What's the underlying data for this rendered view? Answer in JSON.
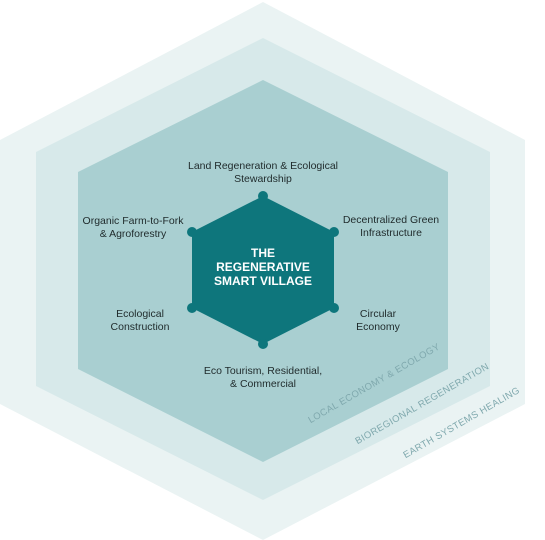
{
  "colors": {
    "outer_ring": "#eaf3f3",
    "middle_ring": "#d7e9ea",
    "inner_ring": "#a9cfd1",
    "core": "#0e767c",
    "dot": "#0e767c",
    "ring_label": "#7fa8ad"
  },
  "core": {
    "lines": [
      "THE",
      "REGENERATIVE",
      "SMART VILLAGE"
    ]
  },
  "pillars": [
    {
      "id": "land",
      "lines": [
        "Land Regeneration & Ecological",
        "Stewardship"
      ]
    },
    {
      "id": "infra",
      "lines": [
        "Decentralized Green",
        "Infrastructure"
      ]
    },
    {
      "id": "circular",
      "lines": [
        "Circular",
        "Economy"
      ]
    },
    {
      "id": "tourism",
      "lines": [
        "Eco Tourism, Residential,",
        "& Commercial"
      ]
    },
    {
      "id": "construction",
      "lines": [
        "Ecological",
        "Construction"
      ]
    },
    {
      "id": "farm",
      "lines": [
        "Organic Farm-to-Fork",
        "& Agroforestry"
      ]
    }
  ],
  "rings": {
    "inner": "LOCAL ECONOMY & ECOLOGY",
    "middle": "BIOREGIONAL REGENERATION",
    "outer": "EARTH SYSTEMS HEALING"
  }
}
